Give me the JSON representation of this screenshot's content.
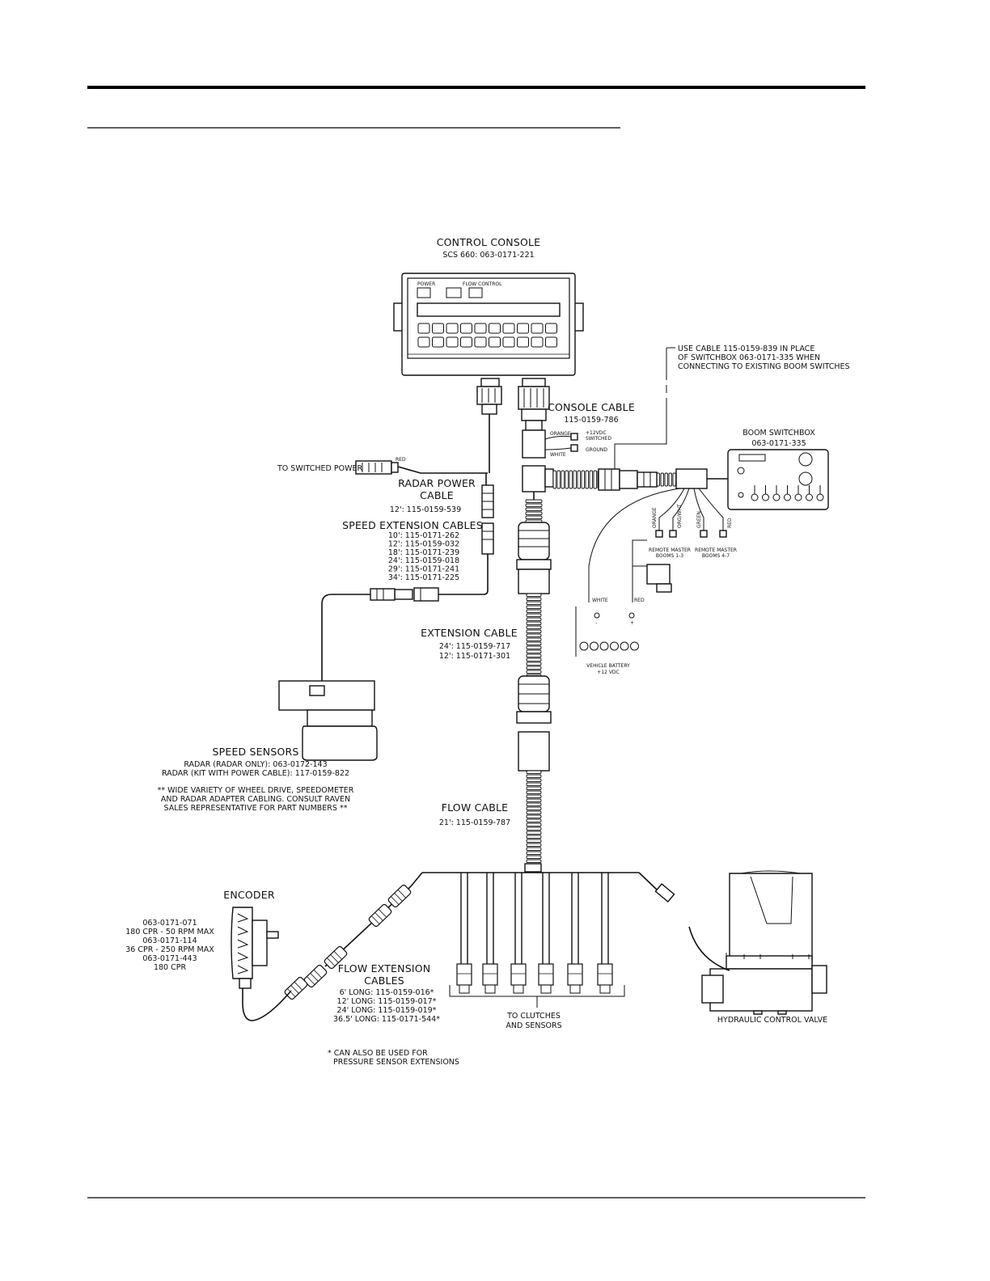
{
  "components": {
    "console": {
      "title": "CONTROL CONSOLE",
      "part": "SCS 660: 063-0171-221"
    },
    "switch_note": [
      "USE CABLE 115-0159-839 IN PLACE",
      "OF SWITCHBOX 063-0171-335 WHEN",
      "CONNECTING TO EXISTING BOOM SWITCHES"
    ],
    "console_cable": {
      "title": "CONSOLE CABLE",
      "part": "115-0159-786"
    },
    "console_wires": {
      "orange": "ORANGE",
      "white": "WHITE",
      "v12": "+12VDC",
      "switched": "SWITCHED",
      "ground": "GROUND"
    },
    "boom_switchbox": {
      "title": "BOOM SWITCHBOX",
      "part": "063-0171-335"
    },
    "switched_power": {
      "label": "TO SWITCHED POWER",
      "wire": "RED"
    },
    "radar_power": {
      "title1": "RADAR POWER",
      "title2": "CABLE",
      "part": "12': 115-0159-539"
    },
    "speed_ext": {
      "title": "SPEED EXTENSION CABLES",
      "parts": [
        "10': 115-0171-262",
        "12': 115-0159-032",
        "18': 115-0171-239",
        "24': 115-0159-018",
        "29': 115-0171-241",
        "34': 115-0171-225"
      ]
    },
    "boom_wires": {
      "orange": "ORANGE",
      "org_wht": "ORG/WHT",
      "green": "GREEN",
      "red": "RED"
    },
    "remote_master_1": {
      "line1": "REMOTE MASTER",
      "line2": "BOOMS 1-3"
    },
    "remote_master_2": {
      "line1": "REMOTE MASTER",
      "line2": "BOOMS 4-7"
    },
    "battery_wires": {
      "white": "WHITE",
      "red": "RED",
      "minus": "-",
      "plus": "+"
    },
    "battery": {
      "line1": "VEHICLE BATTERY",
      "line2": "+12 VDC"
    },
    "extension_cable": {
      "title": "EXTENSION CABLE",
      "parts": [
        "24': 115-0159-717",
        "12': 115-0171-301"
      ]
    },
    "speed_sensors": {
      "title": "SPEED SENSORS",
      "parts": [
        "RADAR (RADAR ONLY): 063-0172-143",
        "RADAR (KIT WITH POWER CABLE): 117-0159-822"
      ],
      "note": [
        "** WIDE VARIETY OF WHEEL DRIVE, SPEEDOMETER",
        "AND RADAR ADAPTER CABLING.  CONSULT RAVEN",
        "SALES REPRESENTATIVE FOR PART NUMBERS **"
      ]
    },
    "flow_cable": {
      "title": "FLOW CABLE",
      "part": "21': 115-0159-787"
    },
    "encoder": {
      "title": "ENCODER",
      "parts": [
        "063-0171-071",
        "180 CPR - 50 RPM MAX",
        "063-0171-114",
        "36 CPR - 250 RPM MAX",
        "063-0171-443",
        "180 CPR"
      ]
    },
    "flow_ext": {
      "title1": "FLOW EXTENSION",
      "title2": "CABLES",
      "parts": [
        "6' LONG: 115-0159-016*",
        "12' LONG: 115-0159-017*",
        "24' LONG: 115-0159-019*",
        "36.5' LONG: 115-0171-544*"
      ]
    },
    "clutches": {
      "line1": "TO CLUTCHES",
      "line2": "AND SENSORS"
    },
    "hydraulic": {
      "label": "HYDRAULIC CONTROL VALVE"
    },
    "footnote": [
      "* CAN ALSO BE USED FOR",
      "PRESSURE SENSOR EXTENSIONS"
    ]
  },
  "console_panel": {
    "power": "POWER",
    "flow_control": "FLOW CONTROL"
  }
}
